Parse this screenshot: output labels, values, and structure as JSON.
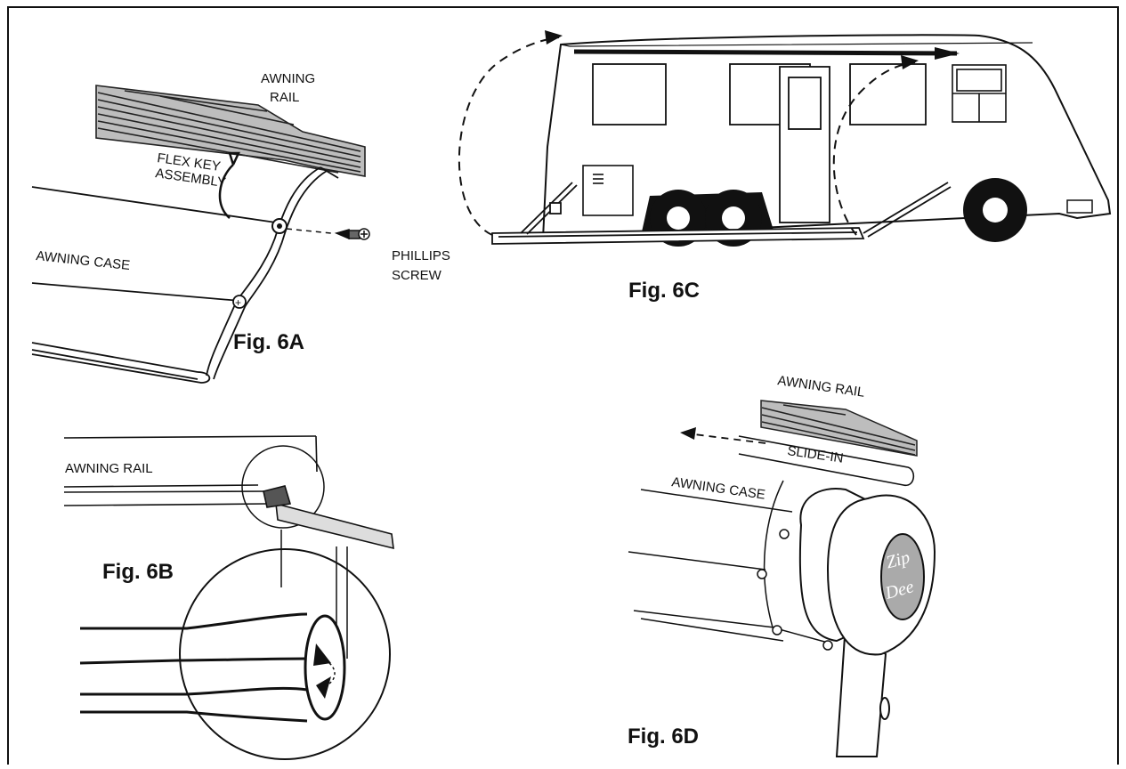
{
  "fig_6a": {
    "caption": "Fig. 6A",
    "labels": {
      "awning_rail_line1": "AWNING",
      "awning_rail_line2": "RAIL",
      "flex_key_line1": "FLEX KEY",
      "flex_key_line2": "ASSEMBLY",
      "awning_case": "AWNING CASE",
      "phillips_line1": "PHILLIPS",
      "phillips_line2": "SCREW"
    }
  },
  "fig_6b": {
    "caption": "Fig. 6B",
    "labels": {
      "awning_rail": "AWNING RAIL"
    }
  },
  "fig_6c": {
    "caption": "Fig. 6C"
  },
  "fig_6d": {
    "caption": "Fig. 6D",
    "labels": {
      "awning_rail": "AWNING RAIL",
      "slide_in": "SLIDE-IN",
      "awning_case": "AWNING CASE"
    }
  }
}
